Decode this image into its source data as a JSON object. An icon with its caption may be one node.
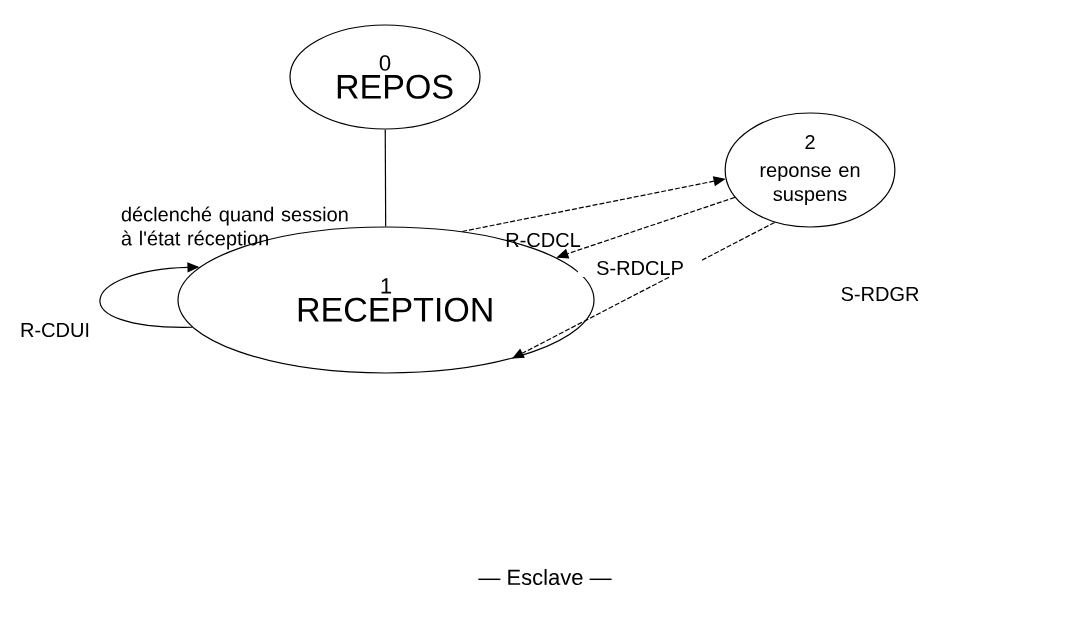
{
  "diagram": {
    "caption": "— Esclave —",
    "nodes": [
      {
        "text": [
          "0",
          "REPOS"
        ]
      },
      {
        "text": [
          "1",
          "RECEPTION"
        ]
      },
      {
        "text": [
          "2",
          "reponse en suspens"
        ]
      }
    ],
    "edges": [
      {
        "from": 0,
        "to": 1,
        "arrow": "none",
        "label": "déclenché quand session à l'état réception"
      },
      {
        "from": 1,
        "to": 1,
        "arrow": "to",
        "label": "R-CDUI"
      },
      {
        "from": 1,
        "to": 2,
        "arrow": "to",
        "label": "R-CDCL",
        "style": "dashed"
      },
      {
        "from": 2,
        "to": 1,
        "arrow": "to",
        "label": "S-RDCLP",
        "style": "dashed"
      },
      {
        "from": 2,
        "to": 1,
        "arrow": "to",
        "label": "S-RDGR",
        "style": "dashed"
      }
    ]
  }
}
